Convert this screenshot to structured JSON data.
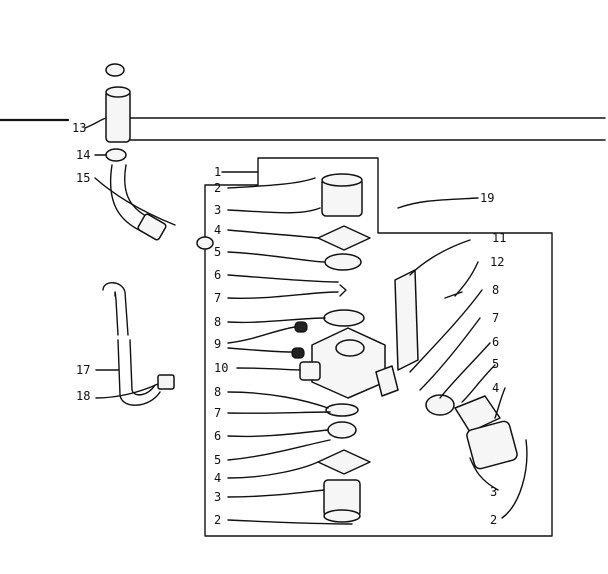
{
  "diagram": {
    "callouts": {
      "c1": "1",
      "c2a": "2",
      "c3a": "3",
      "c4a": "4",
      "c5a": "5",
      "c6a": "6",
      "c7a": "7",
      "c8a": "8",
      "c9": "9",
      "c10": "10",
      "c8b": "8",
      "c7b": "7",
      "c6b": "6",
      "c5b": "5",
      "c4b": "4",
      "c3b": "3",
      "c2b": "2",
      "c11": "11",
      "c12": "12",
      "c8r": "8",
      "c7r": "7",
      "c6r": "6",
      "c5r": "5",
      "c4r": "4",
      "c3r": "3",
      "c2r": "2",
      "c13": "13",
      "c14": "14",
      "c15": "15",
      "c17": "17",
      "c18": "18",
      "c19": "19"
    }
  }
}
